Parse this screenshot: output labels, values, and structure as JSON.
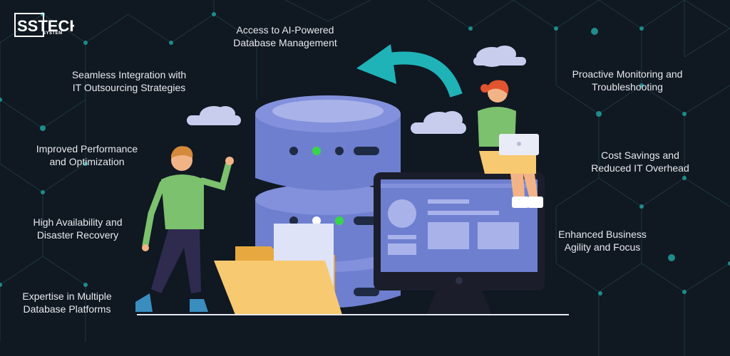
{
  "brand": {
    "logo_text": "SSTECH",
    "logo_subtext": "SYSTEM"
  },
  "benefits": {
    "ai_powered": [
      "Access to AI-Powered",
      "Database Management"
    ],
    "integration": [
      "Seamless Integration with",
      "IT Outsourcing Strategies"
    ],
    "performance": [
      "Improved Performance",
      "and Optimization"
    ],
    "availability": [
      "High Availability and",
      "Disaster Recovery"
    ],
    "expertise": [
      "Expertise in Multiple",
      "Database Platforms"
    ],
    "monitoring": [
      "Proactive Monitoring and",
      "Troubleshooting"
    ],
    "cost": [
      "Cost Savings and",
      "Reduced IT Overhead"
    ],
    "agility": [
      "Enhanced Business",
      "Agility and Focus"
    ]
  },
  "colors": {
    "background": "#101822",
    "network_line": "#1f3a40",
    "network_node": "#1e8c8c",
    "text": "#e7eaee",
    "database": "#6e7fd0",
    "accent_teal": "#1fb3b8",
    "status_green": "#37d649",
    "shirt_green": "#7cc16e",
    "folder": "#f7c970"
  },
  "icons": [
    "sstech-logo",
    "database-stack-icon",
    "curved-arrow-icon",
    "folder-icon",
    "monitor-icon",
    "cloud-icon"
  ]
}
